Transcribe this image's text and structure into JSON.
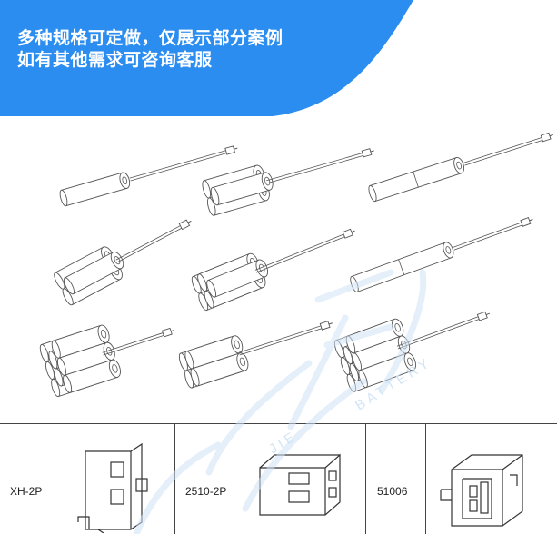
{
  "banner": {
    "line1": "多种规格可定做，仅展示部分案例",
    "line2": "如有其他需求可咨询客服",
    "color": "#2b8df0"
  },
  "packs": [
    {
      "cells": 1,
      "label": "single-cell-pack"
    },
    {
      "cells": 3,
      "label": "three-cell-pack"
    },
    {
      "cells": 2,
      "label": "two-cell-inline-pack"
    },
    {
      "cells": 3,
      "label": "three-cell-pack"
    },
    {
      "cells": 5,
      "label": "five-cell-pack"
    },
    {
      "cells": 2,
      "label": "two-cell-inline-pack"
    },
    {
      "cells": 8,
      "label": "eight-cell-pack"
    },
    {
      "cells": 4,
      "label": "four-cell-pack"
    },
    {
      "cells": 8,
      "label": "eight-cell-pack"
    }
  ],
  "connectors": [
    {
      "label": "XH-2P"
    },
    {
      "label": "2510-2P"
    },
    {
      "label": "51006"
    }
  ],
  "watermark": {
    "latin": "BATTERY",
    "latin_left": "JIE",
    "color": "#cfe3f7"
  }
}
